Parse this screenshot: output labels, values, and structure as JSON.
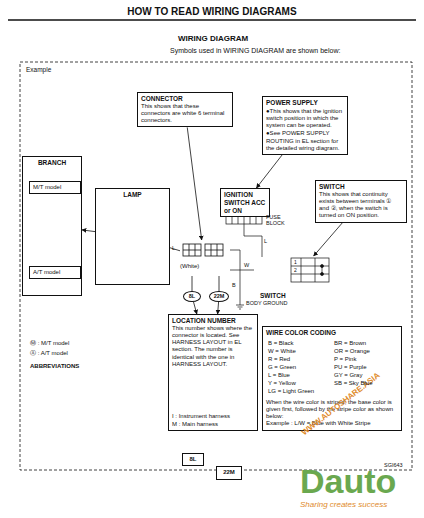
{
  "diagram": {
    "title": "HOW TO READ WIRING DIAGRAMS",
    "nodes": [
      {
        "text": [
          "CONNECTOR",
          "This shows that these connectors are white 6 terminal connectors."
        ]
      },
      {
        "text": [
          "POWER SUPPLY",
          "●This shows that the ignition switch position in which the system can be operated.",
          "●See POWER SUPPLY ROUTING in EL section for the detailed wiring diagram."
        ]
      },
      {
        "text": [
          "BRANCH"
        ]
      },
      {
        "text": [
          "M/T model"
        ],
        "in": 2
      },
      {
        "text": [
          "A/T model"
        ],
        "in": 2
      },
      {
        "text": [
          "LAMP"
        ]
      },
      {
        "text": [
          "IGNITION SWITCH ACC or ON"
        ]
      },
      {
        "text": [
          "SWITCH",
          "This shows that continuity exists between terminals ① and ②, when the switch is turned on ON position."
        ]
      },
      {
        "text": [
          "(White)"
        ]
      },
      {
        "text": [
          "8L"
        ]
      },
      {
        "text": [
          "22M"
        ]
      },
      {
        "text": [
          "SWITCH"
        ]
      },
      {
        "text": [
          "LOCATION NUMBER",
          "This number shows where the connector is located. See HARNESS LAYOUT in EL section. The number is identical with the one in HARNESS LAYOUT."
        ]
      },
      {
        "text": [
          "8L"
        ],
        "in": 12
      },
      {
        "text": [
          "22M"
        ],
        "in": 12
      },
      {
        "text": [
          "WIRE COLOR CODING",
          "When the wire color is striped, the base color is given first, followed by the stripe color as shown below:",
          "Example : L/W = Blue with White Stripe"
        ]
      }
    ],
    "edges": [
      {
        "from": 1,
        "to": 6,
        "arrow": "to"
      },
      {
        "from": 5,
        "to": 2,
        "arrow": "to"
      },
      {
        "from": 0,
        "to": 8,
        "arrow": "to"
      },
      {
        "from": 8,
        "to": 5,
        "arrow": "none"
      },
      {
        "from": 7,
        "to": 11,
        "arrow": "to"
      },
      {
        "from": 9,
        "to": 12,
        "arrow": "to"
      },
      {
        "from": 10,
        "to": 12,
        "arrow": "to"
      }
    ],
    "labels": [
      "WIRING DIAGRAM",
      "Symbols used in WIRING DIAGRAM are shown below:",
      "Example",
      "FUSE BLOCK",
      "BODY GROUND",
      "L",
      "W",
      "L",
      "B",
      "1",
      "2",
      "Ⓜ : M/T model",
      "Ⓐ : A/T model",
      "ABBREVIATIONS",
      "I : Instrument harness",
      "M : Main harness",
      "B = Black",
      "W = White",
      "R = Red",
      "G = Green",
      "L = Blue",
      "Y = Yellow",
      "LG = Light Green",
      "BR = Brown",
      "OR = Orange",
      "P = Pink",
      "PU = Purple",
      "GY = Gray",
      "SB = Sky Blue",
      "SGI643",
      "WWW.AUTOSHARE.ASIA",
      "Dauto",
      "Sharing creates success"
    ]
  }
}
